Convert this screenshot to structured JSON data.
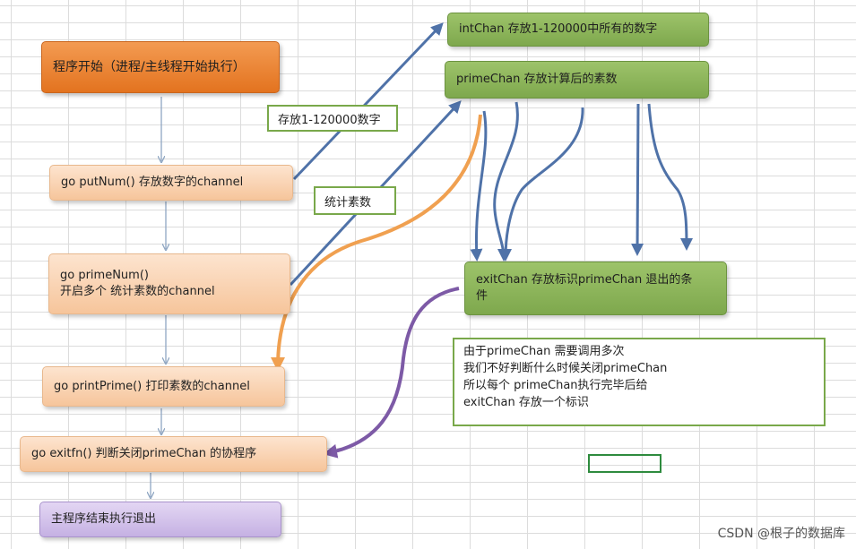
{
  "nodes": {
    "start": "程序开始（进程/主线程开始执行）",
    "put_num": "go putNum()  存放数字的channel",
    "prime_num_line1": "go primeNum()",
    "prime_num_line2": "开启多个 统计素数的channel",
    "print_prime": "go printPrime()  打印素数的channel",
    "exit_fn": "go exitfn()  判断关闭primeChan 的协程序",
    "end": "主程序结束执行退出",
    "int_chan": "intChan  存放1-120000中所有的数字",
    "prime_chan": "primeChan 存放计算后的素数",
    "exit_chan_line1": "exitChan 存放标识primeChan 退出的条",
    "exit_chan_line2": "件"
  },
  "labels": {
    "store_numbers": "存放1-120000数字",
    "count_primes": "统计素数"
  },
  "note": {
    "lines": [
      "由于primeChan 需要调用多次",
      "我们不好判断什么时候关闭primeChan",
      "所以每个 primeChan执行完毕后给",
      "exitChan 存放一个标识"
    ]
  },
  "watermark": "CSDN @根子的数据库",
  "colors": {
    "start_fill": "#e3731f",
    "goroutine_fill": "#f6c59b",
    "channel_fill": "#7ea84d",
    "end_fill": "#c5b1e3",
    "arrow_blue": "#4f72a8",
    "arrow_orange": "#f0a050",
    "arrow_purple": "#7d5aa6",
    "flow_arrow": "#8fa6c2"
  }
}
